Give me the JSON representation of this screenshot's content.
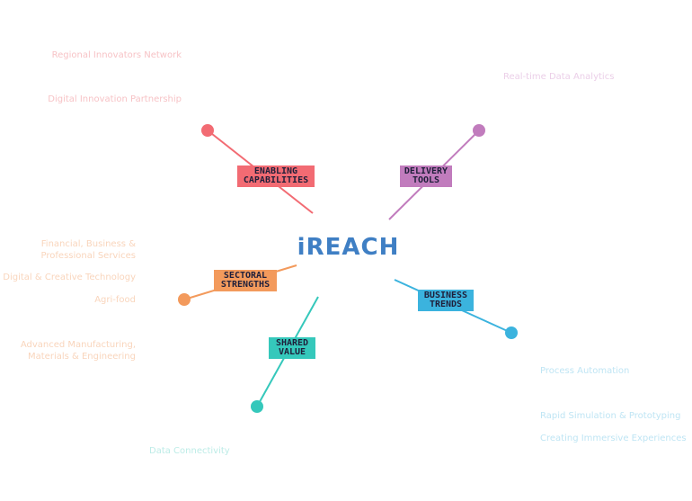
{
  "center": {
    "title": "iREACH",
    "color": "#3f7fc4"
  },
  "branches": [
    {
      "id": "enabling",
      "label": "ENABLING\nCAPABILITIES",
      "color": "#f26b73",
      "leafColor": "#f7c3c6",
      "leaves": [
        "Regional Innovators Network",
        "Digital Innovation Partnership"
      ]
    },
    {
      "id": "delivery",
      "label": "DELIVERY\nTOOLS",
      "color": "#c17cbd",
      "leafColor": "#ebcfe8",
      "leaves": [
        "Real-time Data Analytics"
      ]
    },
    {
      "id": "sectoral",
      "label": "SECTORAL\nSTRENGTHS",
      "color": "#f39a5c",
      "leafColor": "#f9d5bc",
      "leaves": [
        "Financial, Business &\nProfessional Services",
        "Digital & Creative Technology",
        "Agri-food",
        "Advanced Manufacturing,\nMaterials & Engineering"
      ]
    },
    {
      "id": "business",
      "label": "BUSINESS\nTRENDS",
      "color": "#3bb3de",
      "leafColor": "#bfe5f4",
      "leaves": [
        "Process Automation",
        "Rapid Simulation & Prototyping",
        "Creating Immersive Experiences"
      ]
    },
    {
      "id": "shared",
      "label": "SHARED\nVALUE",
      "color": "#35c8bb",
      "leafColor": "#bdece7",
      "leaves": [
        "Data Connectivity"
      ]
    }
  ]
}
